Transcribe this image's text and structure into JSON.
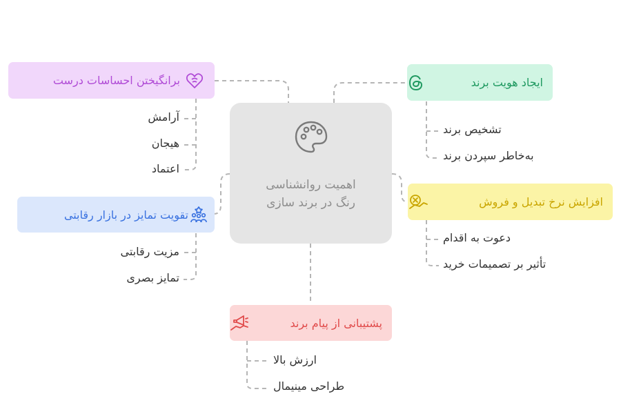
{
  "center": {
    "line1": "اهمیت روانشناسی",
    "line2": "رنگ در برند سازی",
    "icon": "palette-icon"
  },
  "topics": {
    "emotions": {
      "label": "برانگیختن احساسات درست",
      "icon": "heart-brain-icon",
      "items": [
        "آرامش",
        "هیجان",
        "اعتماد"
      ],
      "bg": "#f1d7fb",
      "color": "#b04bd6"
    },
    "identity": {
      "label": "ایجاد هویت برند",
      "icon": "threads-at-icon",
      "items": [
        "تشخیص برند",
        "به‌خاطر سپردن برند"
      ],
      "bg": "#d0f5e3",
      "color": "#1f9960"
    },
    "conversion": {
      "label": "افزایش نرخ تبدیل و فروش",
      "icon": "money-hand-icon",
      "items": [
        "دعوت به اقدام",
        "تأثیر بر تصمیمات خرید"
      ],
      "bg": "#fbf4a6",
      "color": "#c9a500"
    },
    "competition": {
      "label": "تقویت تمایز در بازار رقابتی",
      "icon": "podium-people-icon",
      "items": [
        "مزیت رقابتی",
        "تمایز بصری"
      ],
      "bg": "#dbe7fc",
      "color": "#3a72e0"
    },
    "message": {
      "label": "پشتیبانی از پیام برند",
      "icon": "megaphone-hand-icon",
      "items": [
        "ارزش بالا",
        "طراحی مینیمال"
      ],
      "bg": "#fcd7d7",
      "color": "#e04a4a"
    }
  }
}
